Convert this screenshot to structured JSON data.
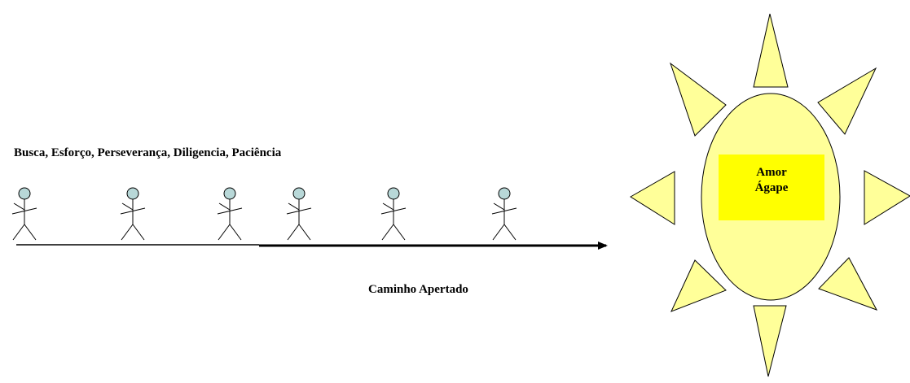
{
  "virtues_label": "Busca, Esforço, Perseverança, Diligencia, Paciência",
  "path_label": "Caminho Apertado",
  "sun": {
    "line1": "Amor",
    "line2": "Ágape"
  },
  "colors": {
    "head_fill": "#b8d8d8",
    "sun_fill": "#ffff99",
    "label_box_fill": "#ffff00",
    "stroke": "#000000"
  }
}
